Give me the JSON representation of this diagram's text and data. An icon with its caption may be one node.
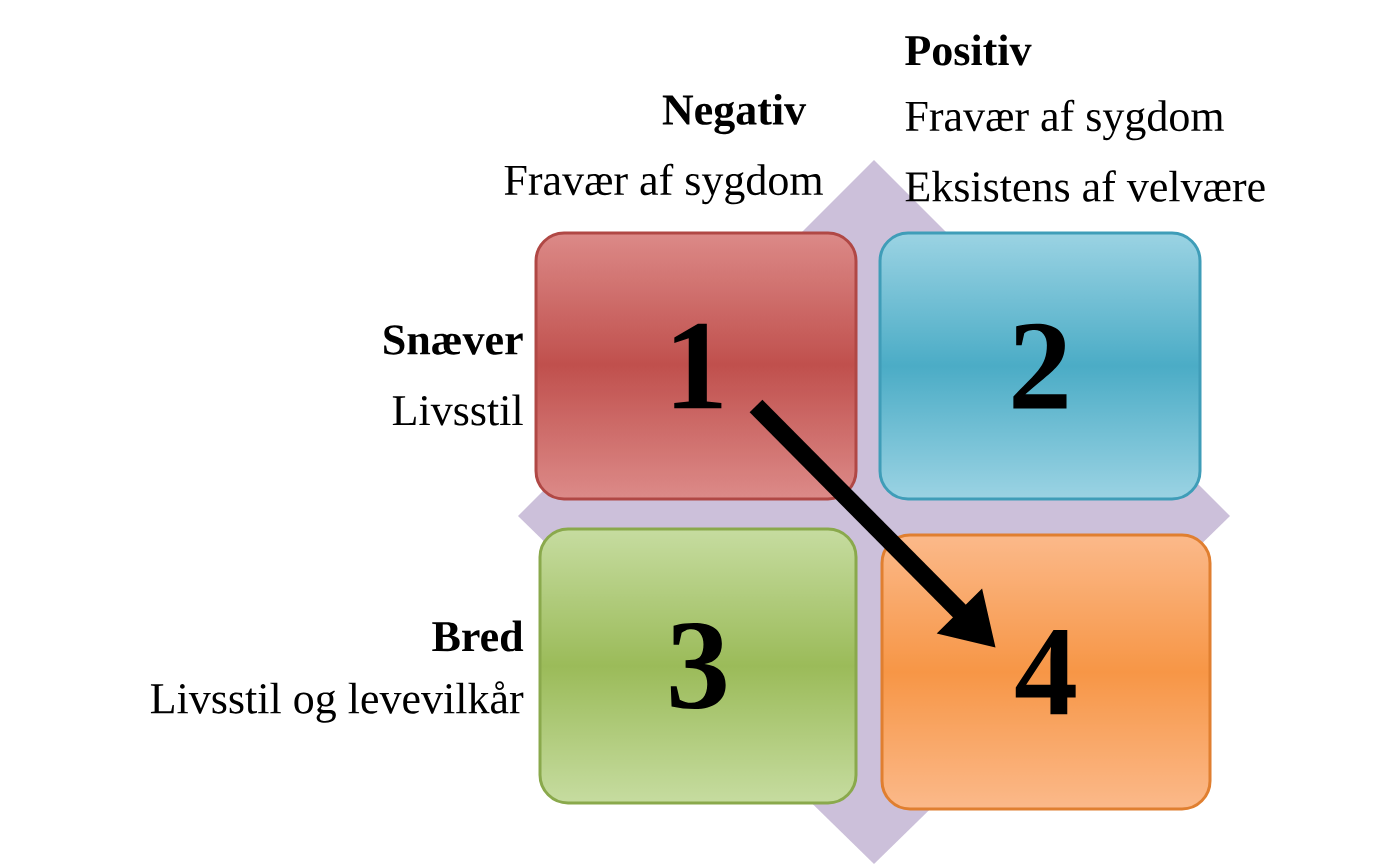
{
  "diagram": {
    "nodes": [
      {
        "text": [
          "1"
        ]
      },
      {
        "text": [
          "2"
        ]
      },
      {
        "text": [
          "3"
        ]
      },
      {
        "text": [
          "4"
        ]
      }
    ],
    "edges": [
      {
        "from": 0,
        "to": 3,
        "arrow": "to"
      }
    ],
    "labels": [
      "Positiv",
      "Negativ",
      "Fravær af sygdom",
      "Fravær af sygdom",
      "Eksistens af velvære",
      "Snæver",
      "Livsstil",
      "Bred",
      "Livsstil og levevilkår"
    ]
  }
}
